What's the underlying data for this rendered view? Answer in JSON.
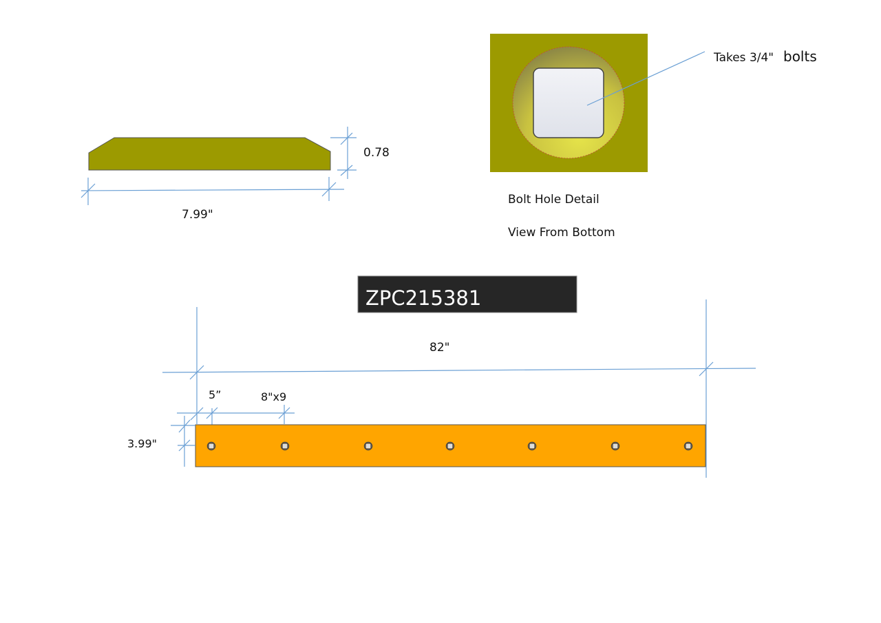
{
  "side_view": {
    "width_label": "7.99\"",
    "height_label": "0.78"
  },
  "bolt_detail": {
    "callout": "Takes 3/4\"",
    "callout_suffix": "bolts",
    "title": "Bolt Hole Detail",
    "subtitle": "View From Bottom"
  },
  "part_number": "ZPC215381",
  "top_view": {
    "length_label": "82\"",
    "edge_offset_label": "5”",
    "spacing_label": "8\"x9",
    "height_label": "3.99\"",
    "hole_count": 7
  },
  "colors": {
    "olive": "#9c9a00",
    "orange": "#ffa500",
    "dim_line": "#6a9fd4",
    "label_bg": "#262626"
  }
}
